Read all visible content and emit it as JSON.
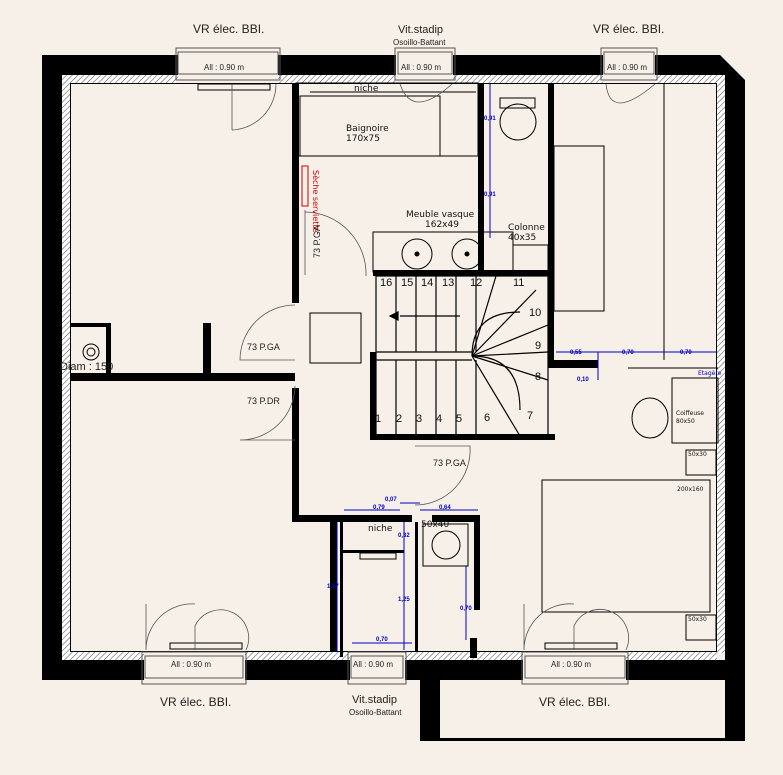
{
  "windows": {
    "top_left": {
      "label": "VR élec. BBI.",
      "size": "All : 0.90 m"
    },
    "top_center": {
      "label": "Vit.stadip",
      "sub": "Osoillo-Battant",
      "size": "All : 0.90 m"
    },
    "top_right": {
      "label": "VR élec. BBI.",
      "size": "All : 0.90 m"
    },
    "bottom_left": {
      "label": "VR élec. BBI.",
      "size": "All : 0.90 m"
    },
    "bottom_center": {
      "label": "Vit.stadip",
      "sub": "Osoillo-Battant",
      "size": "All : 0.90 m"
    },
    "bottom_right": {
      "label": "VR élec. BBI.",
      "size": "All : 0.90 m"
    }
  },
  "fixtures": {
    "niche_top": "niche",
    "baignoire": "Baignoire",
    "baignoire_size": "170x75",
    "seche_serviette": "Sèche serviette",
    "meuble_vasque": "Meuble vasque",
    "meuble_vasque_size": "162x49",
    "colonne": "Colonne",
    "colonne_size": "40x35",
    "diam": "Diam : 150",
    "coiffeuse": "Coiffeuse",
    "coiffeuse_size": "80x50",
    "etagere": "Etagère",
    "box_a": "50x30",
    "box_b": "50x30",
    "bed": "200x160",
    "niche_bottom": "niche",
    "sink_bottom": "50x40"
  },
  "doors": {
    "d1": "73 P.GA",
    "d2": "73 P.GA",
    "d3": "73 P.DR",
    "d4": "73 P.GA"
  },
  "stairs": [
    "1",
    "2",
    "3",
    "4",
    "5",
    "6",
    "7",
    "8",
    "9",
    "10",
    "11",
    "12",
    "13",
    "14",
    "15",
    "16"
  ],
  "dimensions": {
    "wc_h1": "0,91",
    "wc_h2": "0,91",
    "r1": "0,55",
    "r2": "0,70",
    "r3": "0,70",
    "r4": "0,10",
    "b1": "0,07",
    "b2": "0,79",
    "b3": "0,64",
    "b4": "0,32",
    "b5": "1,57",
    "b6": "1,25",
    "b7": "0,70",
    "b8": "0,70"
  }
}
